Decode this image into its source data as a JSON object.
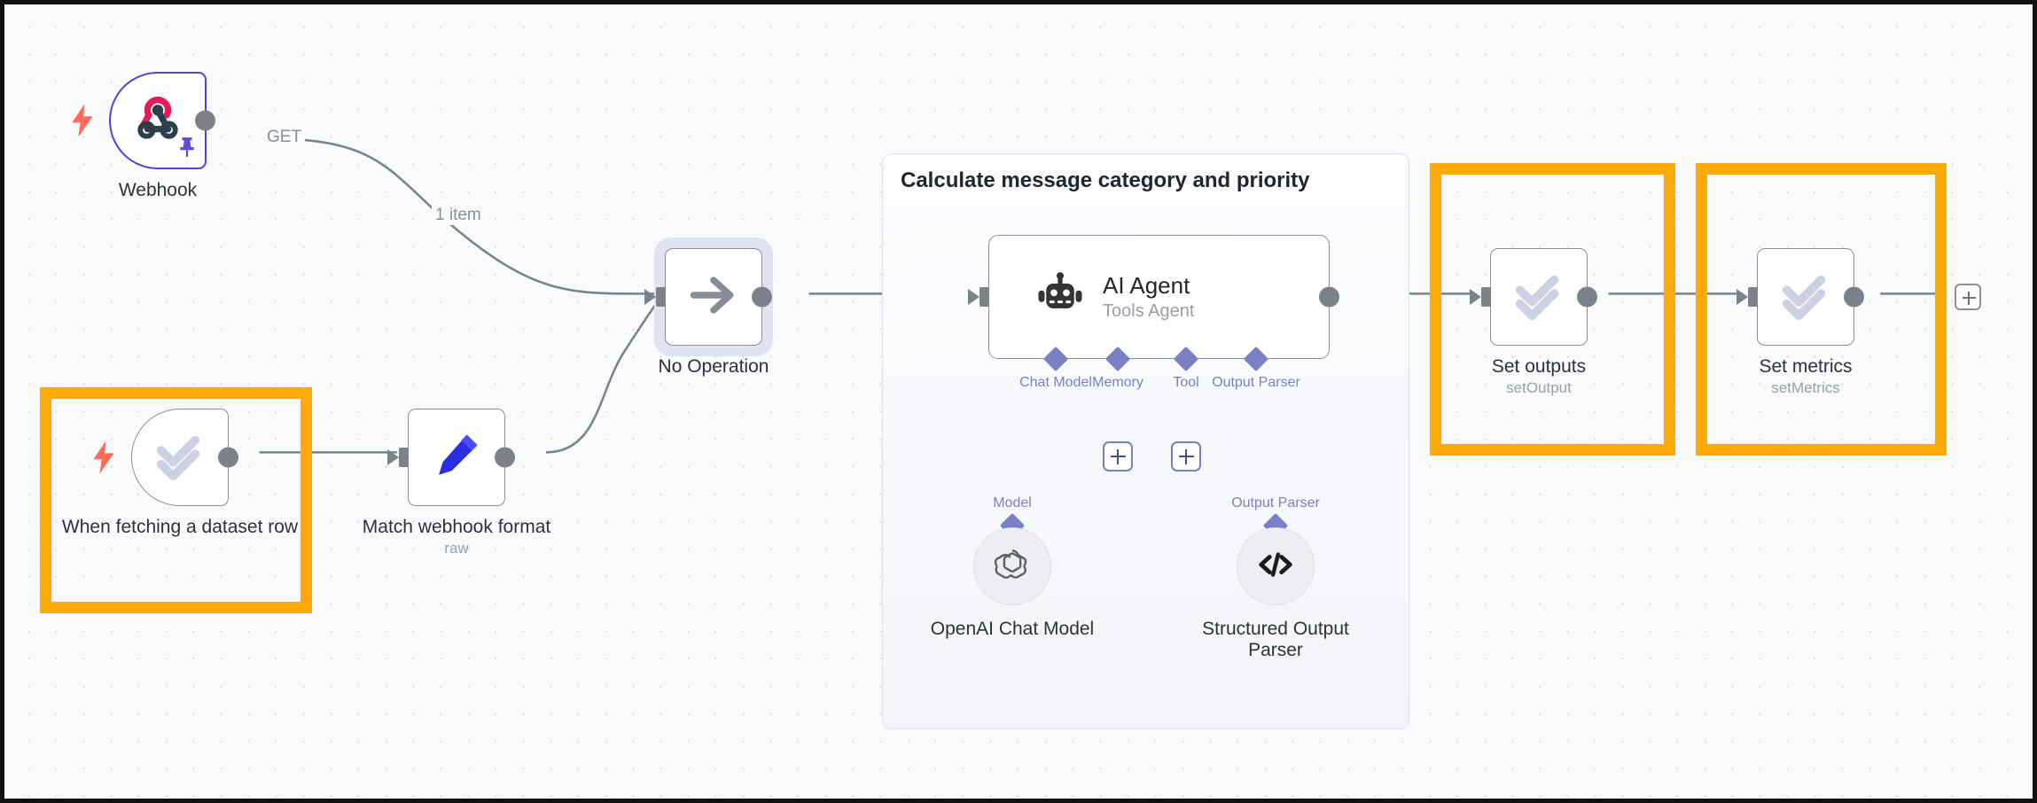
{
  "canvas": {
    "background_color": "#f9fafc",
    "grid": "dot",
    "highlight_color": "#ffa80a",
    "accent_purple": "#5b3fd6",
    "ai_connector_color": "#7b7fc4",
    "trigger_bolt_color": "#ff6d5a"
  },
  "group": {
    "title": "Calculate message category and priority"
  },
  "nodes": {
    "webhook": {
      "label": "Webhook",
      "subtitle": "",
      "icon": "webhook-icon",
      "badge": "pin-icon",
      "trigger": true,
      "highlighted": false
    },
    "dataset_row": {
      "label": "When fetching a dataset row",
      "subtitle": "",
      "icon": "double-check-icon",
      "badge": "",
      "trigger": true,
      "highlighted": true
    },
    "match_format": {
      "label": "Match webhook format",
      "subtitle": "raw",
      "icon": "pencil-icon",
      "badge": "",
      "trigger": false,
      "highlighted": false
    },
    "no_operation": {
      "label": "No Operation",
      "subtitle": "",
      "icon": "arrow-right-icon",
      "badge": "",
      "trigger": false,
      "highlighted": false,
      "selected": true
    },
    "ai_agent": {
      "label": "AI Agent",
      "subtitle": "Tools Agent",
      "icon": "robot-icon",
      "badge": "",
      "trigger": false,
      "highlighted": false
    },
    "set_outputs": {
      "label": "Set outputs",
      "subtitle": "setOutput",
      "icon": "double-check-icon",
      "badge": "",
      "trigger": false,
      "highlighted": true
    },
    "set_metrics": {
      "label": "Set metrics",
      "subtitle": "setMetrics",
      "icon": "double-check-icon",
      "badge": "",
      "trigger": false,
      "highlighted": true
    }
  },
  "sub_nodes": {
    "openai_chat_model": {
      "label": "OpenAI Chat Model",
      "icon": "openai-icon",
      "port_label": "Model"
    },
    "structured_output_parser": {
      "label": "Structured Output\nParser",
      "icon": "code-icon",
      "port_label": "Output Parser"
    }
  },
  "agent_ports": [
    {
      "name": "chat-model",
      "label": "Chat Model",
      "connected": true
    },
    {
      "name": "memory",
      "label": "Memory",
      "connected": false
    },
    {
      "name": "tool",
      "label": "Tool",
      "connected": false
    },
    {
      "name": "output-parser",
      "label": "Output Parser",
      "connected": true
    }
  ],
  "connection_labels": {
    "webhook_out": "GET",
    "webhook_to_noop": "1 item"
  },
  "add_buttons": {
    "memory_plus": "+",
    "tool_plus": "+",
    "end_plus": "+"
  }
}
